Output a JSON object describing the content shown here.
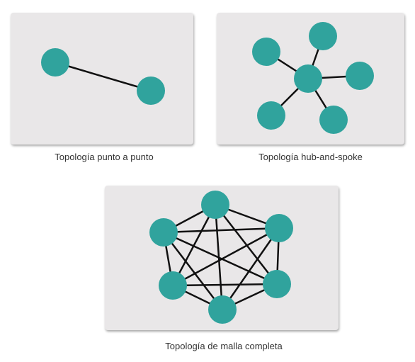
{
  "colors": {
    "node": "#30a39d",
    "edge": "#111111",
    "panel": "#e9e7e8"
  },
  "diagrams": [
    {
      "caption": "Topología punto a punto",
      "topology": "point-to-point",
      "node_count": 2
    },
    {
      "caption": "Topología hub-and-spoke",
      "topology": "hub-and-spoke",
      "node_count": 6
    },
    {
      "caption": "Topología de malla completa",
      "topology": "full-mesh",
      "node_count": 6
    }
  ]
}
